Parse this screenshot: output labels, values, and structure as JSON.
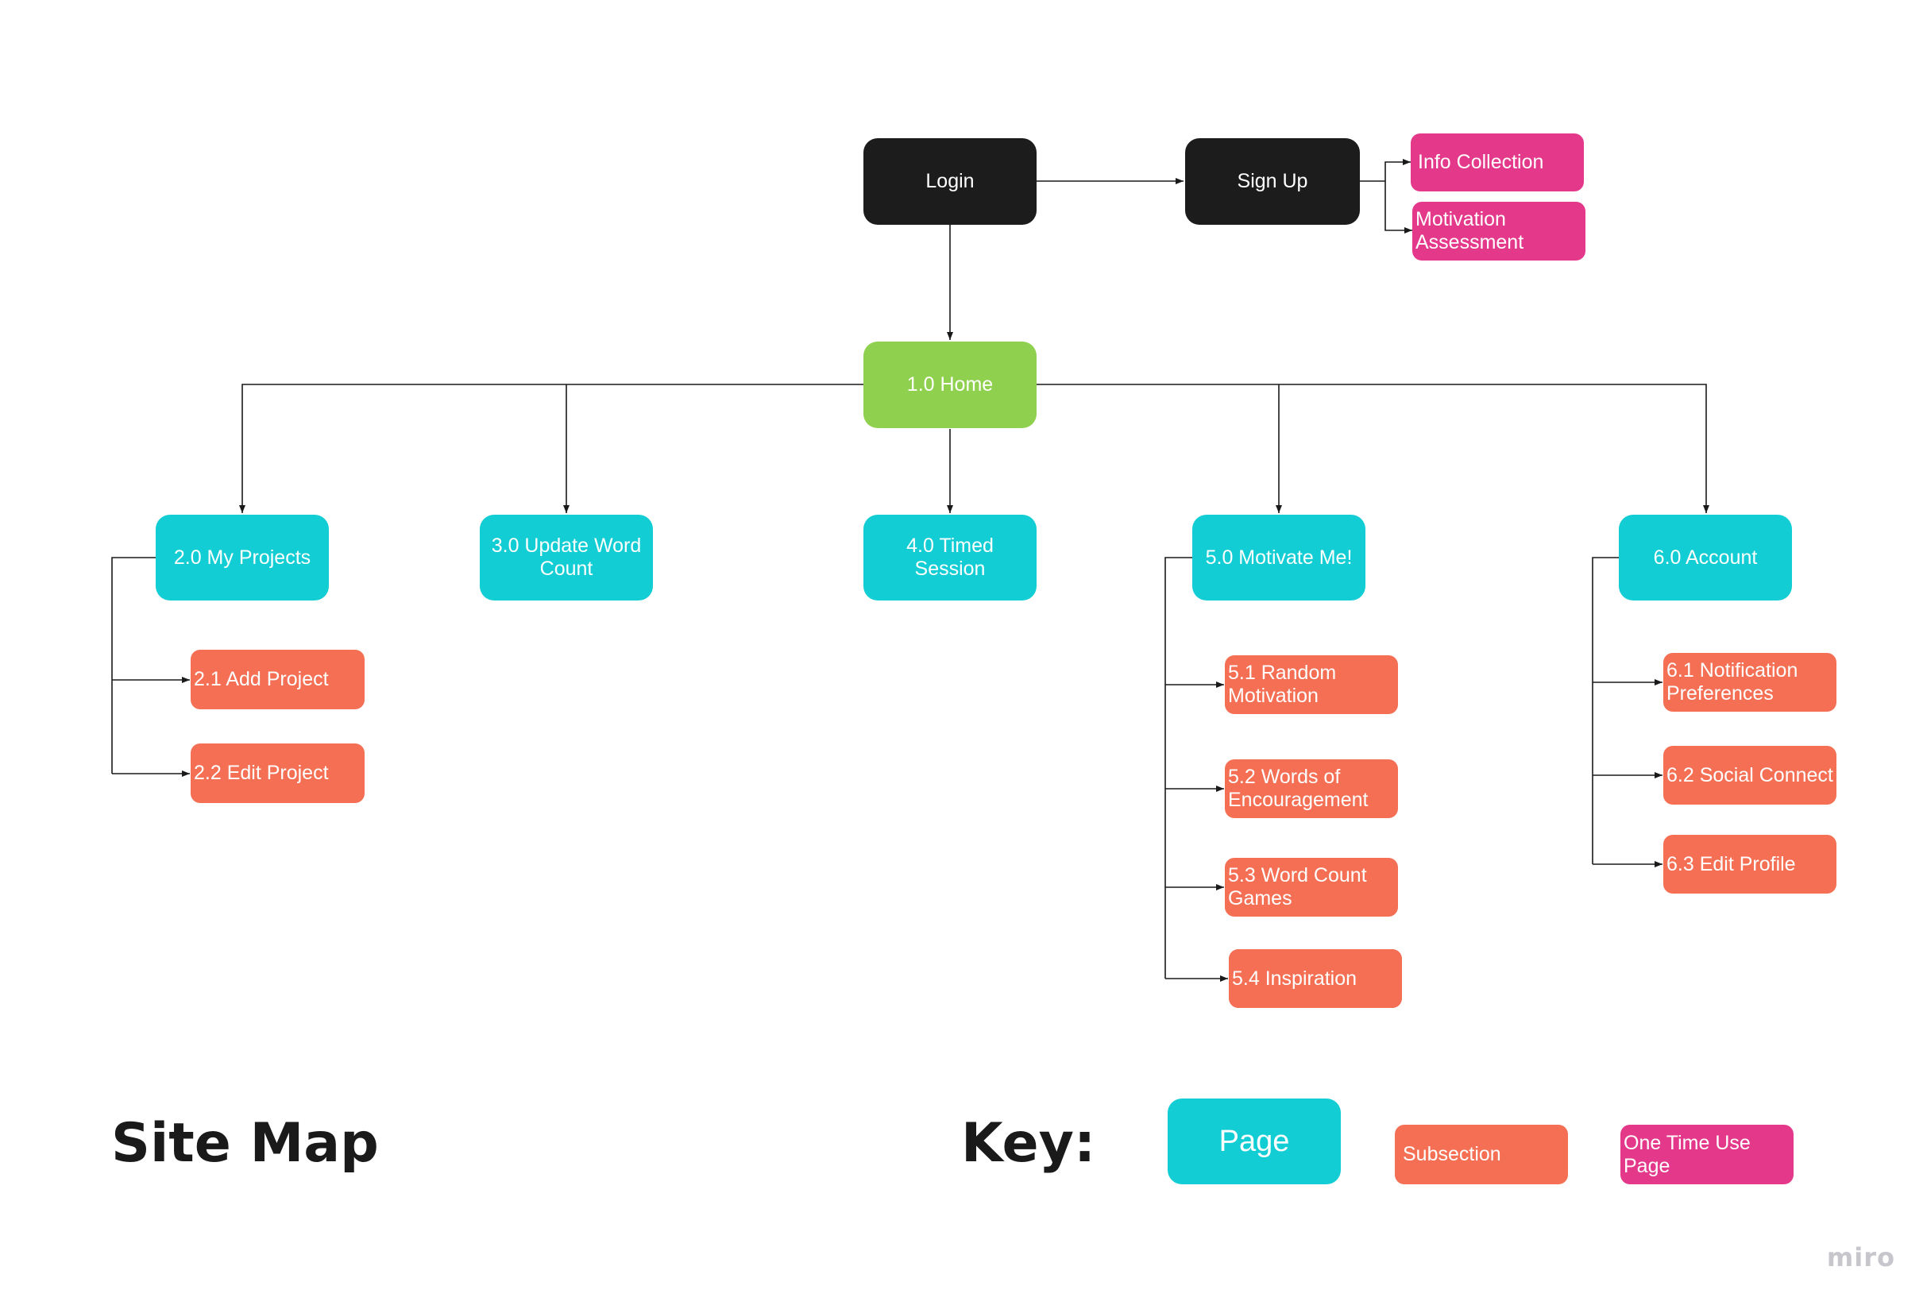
{
  "colors": {
    "black": "#1c1c1c",
    "home": "#8fd14f",
    "page": "#12cdd4",
    "subsection": "#f46f53",
    "onetime": "#e4388a",
    "connector": "#1a1a1a"
  },
  "diagram": {
    "title": "Site Map",
    "key_label": "Key:",
    "nodes": {
      "login": "Login",
      "signup": "Sign Up",
      "info_collection": "Info Collection",
      "motivation_assessment": "Motivation Assessment",
      "home": "1.0 Home",
      "my_projects": "2.0 My Projects",
      "add_project": "2.1 Add Project",
      "edit_project": "2.2 Edit Project",
      "update_word_count": "3.0 Update Word Count",
      "timed_session": "4.0 Timed Session",
      "motivate_me": "5.0 Motivate Me!",
      "random_motivation": "5.1 Random Motivation",
      "words_of_encouragement": "5.2 Words of Encouragement",
      "word_count_games": "5.3 Word Count Games",
      "inspiration": "5.4 Inspiration",
      "account": "6.0 Account",
      "notification_preferences": "6.1 Notification Preferences",
      "social_connect": "6.2 Social Connect",
      "edit_profile": "6.3 Edit Profile"
    },
    "key": {
      "page": "Page",
      "subsection": "Subsection",
      "one_time_use_page": "One Time Use Page"
    },
    "watermark": "miro"
  }
}
